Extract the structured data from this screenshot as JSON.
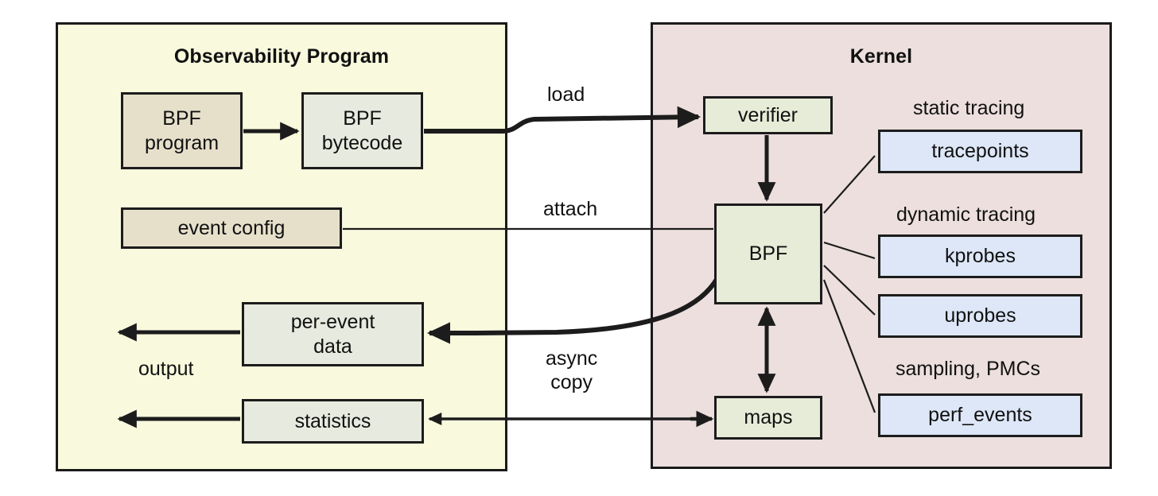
{
  "panels": {
    "observability": {
      "title": "Observability Program",
      "bg": "#f8f9dd"
    },
    "kernel": {
      "title": "Kernel",
      "bg": "#ecdfdd"
    }
  },
  "nodes": {
    "bpf_program": {
      "label": "BPF\nprogram",
      "fill": "#e6e0cb"
    },
    "bpf_bytecode": {
      "label": "BPF\nbytecode",
      "fill": "#e7eade"
    },
    "event_config": {
      "label": "event config",
      "fill": "#e6e0cb"
    },
    "per_event": {
      "label": "per-event\ndata",
      "fill": "#e7eade"
    },
    "statistics": {
      "label": "statistics",
      "fill": "#e7eade"
    },
    "verifier": {
      "label": "verifier",
      "fill": "#e7ecd8"
    },
    "bpf": {
      "label": "BPF",
      "fill": "#e7ecd8"
    },
    "maps": {
      "label": "maps",
      "fill": "#e7ecd8"
    },
    "tracepoints": {
      "label": "tracepoints",
      "fill": "#dde7f7"
    },
    "kprobes": {
      "label": "kprobes",
      "fill": "#dde7f7"
    },
    "uprobes": {
      "label": "uprobes",
      "fill": "#dde7f7"
    },
    "perf_events": {
      "label": "perf_events",
      "fill": "#dde7f7"
    }
  },
  "edge_labels": {
    "load": "load",
    "attach": "attach",
    "async_copy": "async\ncopy",
    "output": "output"
  },
  "group_labels": {
    "static_tracing": "static tracing",
    "dynamic_tracing": "dynamic tracing",
    "sampling_pmcs": "sampling, PMCs"
  },
  "colors": {
    "stroke": "#1c1c1c",
    "page_bg": "#ffffff"
  }
}
